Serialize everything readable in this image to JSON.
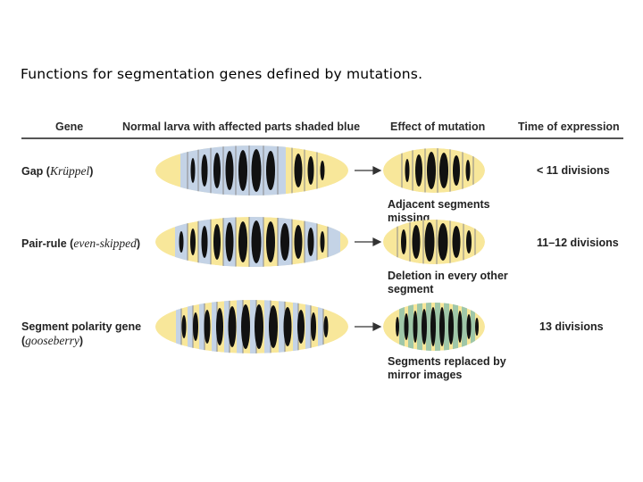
{
  "slide": {
    "title": "Functions for segmentation genes defined by mutations."
  },
  "table": {
    "headers": {
      "gene": "Gene",
      "normal": "Normal larva with affected parts shaded blue",
      "effect": "Effect of mutation",
      "time": "Time of expression"
    },
    "rows": [
      {
        "gene_label": "Gap (",
        "gene_italic": "Krüppel",
        "gene_close": ")",
        "effect": "Adjacent segments missing",
        "time": "< 11 divisions"
      },
      {
        "gene_label": "Pair-rule (",
        "gene_italic": "even-skipped",
        "gene_close": ")",
        "effect": "Deletion in every other segment",
        "time": "11–12 divisions"
      },
      {
        "gene_label": "Segment polarity gene",
        "gene_label2": "(",
        "gene_italic": "gooseberry",
        "gene_close": ")",
        "effect": "Segments replaced by mirror images",
        "time": "13 divisions"
      }
    ]
  },
  "colors": {
    "larva_yellow": "#f8e79a",
    "affected_blue": "#c4d3e6",
    "mirror_green": "#9fc7a8",
    "band": "#111111",
    "divider": "#8a8a8a",
    "text": "#222222"
  },
  "icons": [
    "arrow-right-icon"
  ]
}
